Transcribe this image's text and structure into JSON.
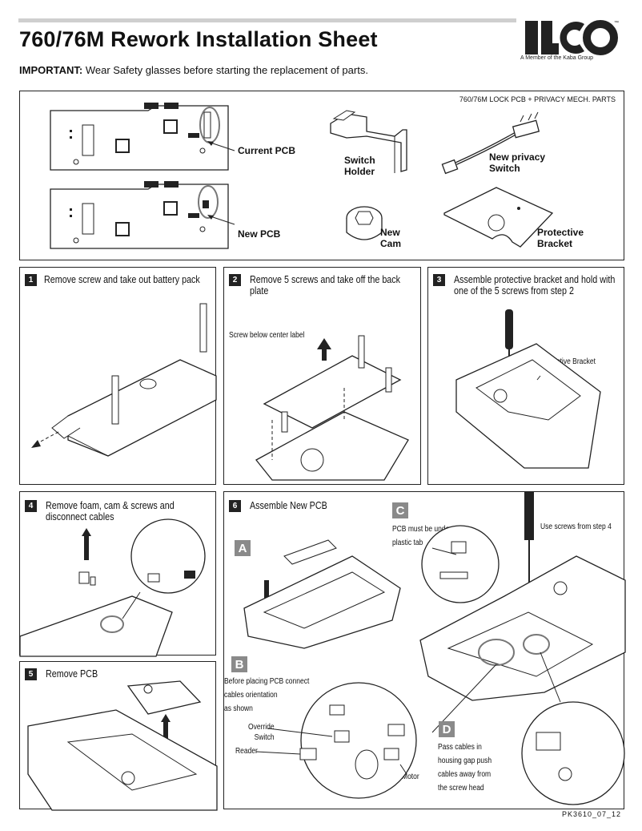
{
  "header": {
    "title": "760/76M Rework Installation Sheet",
    "important_label": "IMPORTANT:",
    "important_text": "Wear Safety glasses before starting the replacement of parts."
  },
  "logo": {
    "name": "ILCO",
    "tm": "™",
    "tagline": "A Member of the Kaba Group"
  },
  "parts": {
    "title": "760/76M LOCK PCB + PRIVACY MECH. PARTS",
    "current_pcb": "Current PCB",
    "new_pcb": "New PCB",
    "switch_holder": [
      "Switch",
      "Holder"
    ],
    "new_cam": [
      "New",
      "Cam"
    ],
    "new_privacy_switch": [
      "New privacy",
      "Switch"
    ],
    "protective_bracket": [
      "Protective",
      "Bracket"
    ]
  },
  "steps": [
    {
      "num": "1",
      "text": "Remove screw and take out battery pack"
    },
    {
      "num": "2",
      "text": "Remove 5 screws and take off the back plate",
      "note": "Screw below center label"
    },
    {
      "num": "3",
      "text": "Assemble protective bracket and hold with one of the 5 screws from step 2",
      "note": "Protective Bracket"
    },
    {
      "num": "4",
      "text": "Remove foam, cam & screws and disconnect cables"
    },
    {
      "num": "5",
      "text": "Remove PCB"
    },
    {
      "num": "6",
      "text": "Assemble New PCB"
    }
  ],
  "step6": {
    "a": "A",
    "b": "B",
    "b_text": [
      "Before placing PCB connect",
      "cables orientation",
      "as shown"
    ],
    "override": [
      "Override",
      "Switch"
    ],
    "reader": "Reader",
    "motor": "Motor",
    "c": "C",
    "c_text": [
      "PCB must be under",
      "plastic tab"
    ],
    "screws_note": "Use screws from step 4",
    "d": "D",
    "d_text": [
      "Pass cables in",
      "housing gap push",
      "cables away from",
      "the screw head"
    ]
  },
  "footer": {
    "code": "PK3610_07_12"
  },
  "colors": {
    "accent_gray": "#8a8a8a",
    "step_badge": "#222222",
    "top_rule": "#cfcfcf"
  }
}
